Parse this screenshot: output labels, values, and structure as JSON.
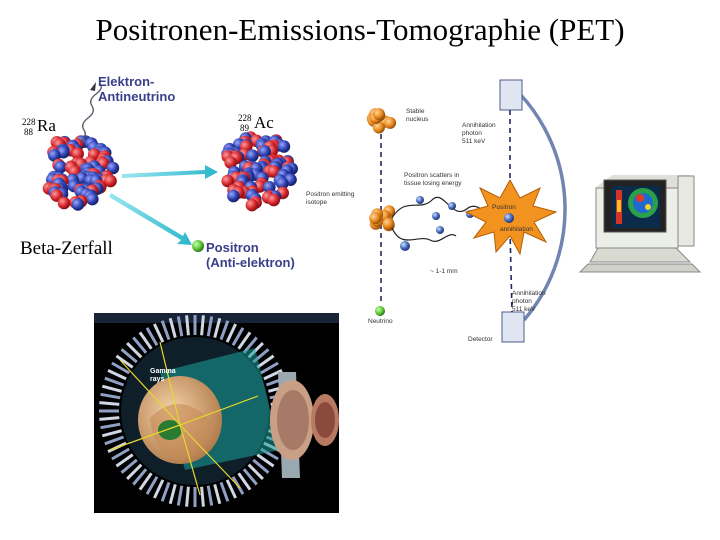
{
  "title": "Positronen-Emissions-Tomographie (PET)",
  "decay": {
    "parent": {
      "mass": "228",
      "atomic": "88",
      "symbol": "Ra"
    },
    "daughter": {
      "mass": "228",
      "atomic": "89",
      "symbol": "Ac"
    },
    "antineutrino_label_line1": "Elektron-",
    "antineutrino_label_line2": "Antineutrino",
    "positron_label_line1": "Positron",
    "positron_label_line2": "(Anti-elektron)",
    "beta_label": "Beta-Zerfall"
  },
  "pet": {
    "stable_nucleus_line1": "Stable",
    "stable_nucleus_line2": "nucleus",
    "emitting_line1": "Positron emitting",
    "emitting_line2": "isotope",
    "scatters_line1": "Positron scatters in",
    "scatters_line2": "tissue losing energy",
    "ann_photon_top_line1": "Annihilation",
    "ann_photon_top_line2": "photon",
    "ann_photon_top_line3": "511 keV",
    "positron_line1": "Positron",
    "positron_line2": "annihilation",
    "distance": "~ 1-1 mm",
    "ann_photon_bottom_line1": "Annihilation",
    "ann_photon_bottom_line2": "photon",
    "ann_photon_bottom_line3": "511 keV",
    "neutrino": "Neutrino",
    "detector": "Detector"
  },
  "scanner": {
    "line1": "Gamma",
    "line2": "rays"
  },
  "colors": {
    "proton": "#d3222a",
    "neutron": "#2b3fae",
    "arrow": "#3ec3d6",
    "positron": "#5cc436",
    "ring": "#6b7fa8",
    "burst": "#f08a1e"
  }
}
